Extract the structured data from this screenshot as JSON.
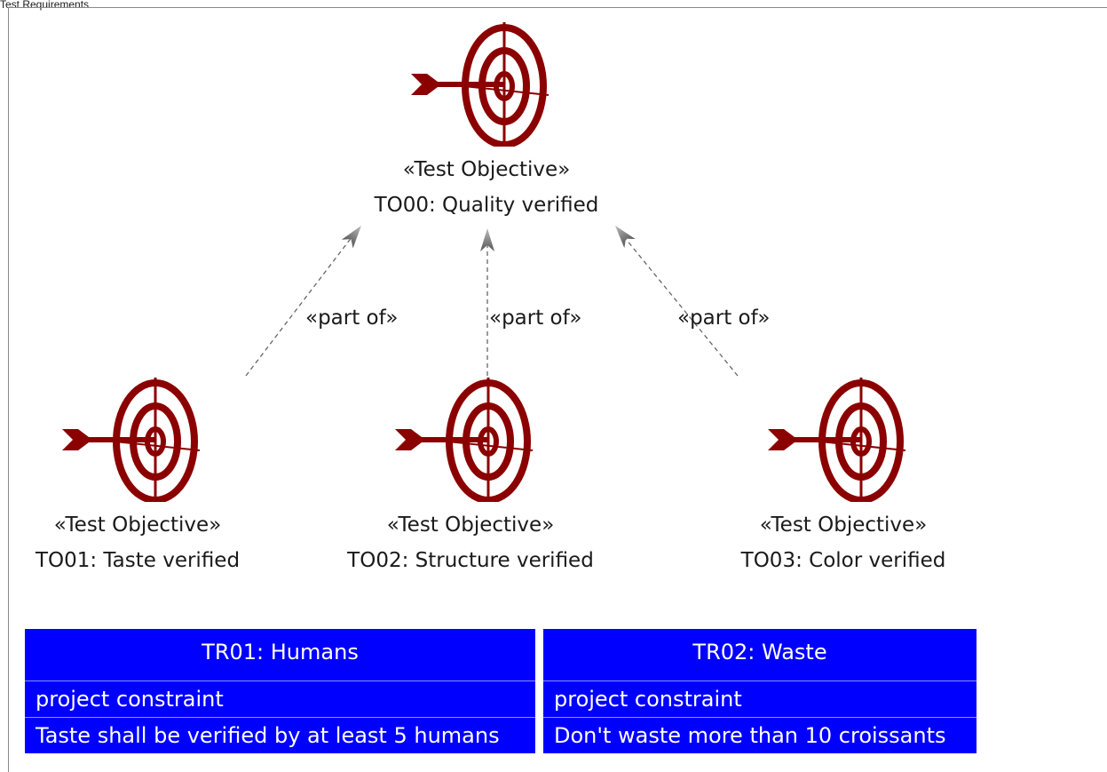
{
  "page_label": "Test Requirements",
  "objectives": {
    "to00": {
      "stereotype": "«Test Objective»",
      "name": "TO00: Quality verified"
    },
    "to01": {
      "stereotype": "«Test Objective»",
      "name": "TO01: Taste verified"
    },
    "to02": {
      "stereotype": "«Test Objective»",
      "name": "TO02: Structure verified"
    },
    "to03": {
      "stereotype": "«Test Objective»",
      "name": "TO03: Color verified"
    }
  },
  "relations": [
    {
      "label": "«part of»",
      "from": "TO01",
      "to": "TO00"
    },
    {
      "label": "«part of»",
      "from": "TO02",
      "to": "TO00"
    },
    {
      "label": "«part of»",
      "from": "TO03",
      "to": "TO00"
    }
  ],
  "requirements": [
    {
      "title": "TR01: Humans",
      "kind": "project constraint",
      "text": "Taste shall be verified by at least 5 humans"
    },
    {
      "title": "TR02: Waste",
      "kind": "project constraint",
      "text": "Don't waste more than 10 croissants"
    }
  ],
  "colors": {
    "target": "#8b0000",
    "requirement_fill": "#0000ff",
    "requirement_text": "#ffffff",
    "link": "#666666"
  }
}
